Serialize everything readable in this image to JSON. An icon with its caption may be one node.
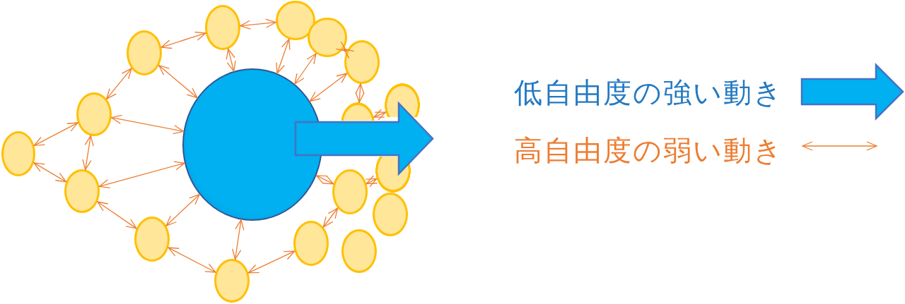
{
  "diagram": {
    "nodes": [
      {
        "text": [],
        "shape": "circle"
      },
      {
        "text": [],
        "shape": "circle"
      },
      {
        "text": [],
        "shape": "circle"
      },
      {
        "text": [],
        "shape": "circle"
      },
      {
        "text": [],
        "shape": "circle"
      },
      {
        "text": [],
        "shape": "circle"
      },
      {
        "text": [],
        "shape": "circle"
      },
      {
        "text": [],
        "shape": "circle"
      },
      {
        "text": [],
        "shape": "circle"
      },
      {
        "text": [],
        "shape": "circle"
      },
      {
        "text": [],
        "shape": "circle"
      },
      {
        "text": [],
        "shape": "circle"
      },
      {
        "text": [],
        "shape": "circle"
      },
      {
        "text": [],
        "shape": "circle"
      },
      {
        "text": [],
        "shape": "circle"
      },
      {
        "text": [],
        "shape": "circle"
      },
      {
        "text": [],
        "shape": "circle"
      },
      {
        "text": [],
        "shape": "circle"
      }
    ],
    "edges": [
      {
        "from": 1,
        "to": 3,
        "arrow": "both"
      },
      {
        "from": 1,
        "to": 2,
        "arrow": "both"
      },
      {
        "from": 2,
        "to": 3,
        "arrow": "both"
      },
      {
        "from": 2,
        "to": 0,
        "arrow": "both"
      },
      {
        "from": 2,
        "to": 5,
        "arrow": "both"
      },
      {
        "from": 3,
        "to": 4,
        "arrow": "both"
      },
      {
        "from": 3,
        "to": 0,
        "arrow": "both"
      },
      {
        "from": 4,
        "to": 6,
        "arrow": "both"
      },
      {
        "from": 4,
        "to": 0,
        "arrow": "both"
      },
      {
        "from": 5,
        "to": 0,
        "arrow": "both"
      },
      {
        "from": 5,
        "to": 7,
        "arrow": "both"
      },
      {
        "from": 6,
        "to": 8,
        "arrow": "both"
      },
      {
        "from": 6,
        "to": 0,
        "arrow": "both"
      },
      {
        "from": 7,
        "to": 0,
        "arrow": "both"
      },
      {
        "from": 7,
        "to": 9,
        "arrow": "both"
      },
      {
        "from": 8,
        "to": 0,
        "arrow": "both"
      },
      {
        "from": 9,
        "to": 11,
        "arrow": "both"
      },
      {
        "from": 10,
        "to": 0,
        "arrow": "both"
      },
      {
        "from": 10,
        "to": 14,
        "arrow": "both"
      },
      {
        "from": 11,
        "to": 0,
        "arrow": "both"
      },
      {
        "from": 11,
        "to": 16,
        "arrow": "both"
      },
      {
        "from": 12,
        "to": 17,
        "arrow": "both"
      },
      {
        "from": 14,
        "to": 0,
        "arrow": "both"
      },
      {
        "from": 14,
        "to": 12,
        "arrow": "both"
      },
      {
        "from": 0,
        "to": null,
        "arrow": "to",
        "style": "thick",
        "color": "#00b0f0"
      }
    ],
    "legend": [
      {
        "text": "低自由度の強い動き"
      },
      {
        "text": "高自由度の弱い動き"
      }
    ]
  }
}
